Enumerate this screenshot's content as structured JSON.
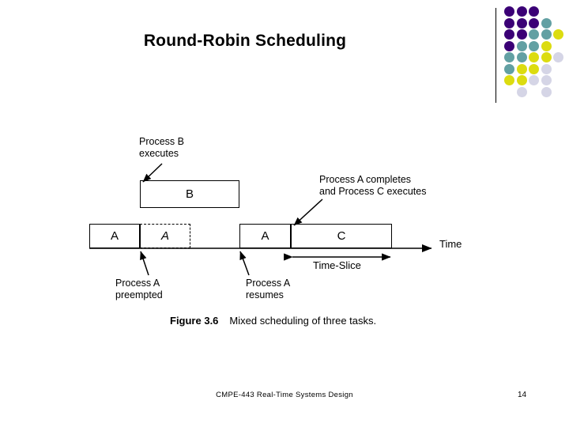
{
  "slide": {
    "title": "Round-Robin Scheduling",
    "background": "#ffffff"
  },
  "decor": {
    "name": "dot-grid",
    "colors": {
      "dark_purple": "#3B0076",
      "teal": "#62A0A3",
      "yellow": "#DCDC10",
      "lavender": "#D5D5E6"
    },
    "columns": 5,
    "rows": 8
  },
  "diagram": {
    "caption_bold": "Figure 3.6",
    "caption_text": "Mixed scheduling of three tasks.",
    "time_axis_label": "Time",
    "time_slice_label": "Time-Slice",
    "boxes": [
      {
        "id": "a1",
        "label": "A",
        "style": "solid"
      },
      {
        "id": "a2",
        "label": "A",
        "style": "dashed"
      },
      {
        "id": "b1",
        "label": "B",
        "style": "solid"
      },
      {
        "id": "a3",
        "label": "A",
        "style": "solid"
      },
      {
        "id": "c1",
        "label": "C",
        "style": "solid"
      }
    ],
    "annotations": [
      {
        "id": "b-executes",
        "text": "Process B\nexecutes"
      },
      {
        "id": "a-completes",
        "text": "Process A completes\nand Process C executes"
      },
      {
        "id": "a-preempted",
        "text": "Process A\npreempted"
      },
      {
        "id": "a-resumes",
        "text": "Process A\nresumes"
      }
    ]
  },
  "footer": {
    "course": "CMPE-443 Real-Time Systems Design",
    "page": "14"
  }
}
